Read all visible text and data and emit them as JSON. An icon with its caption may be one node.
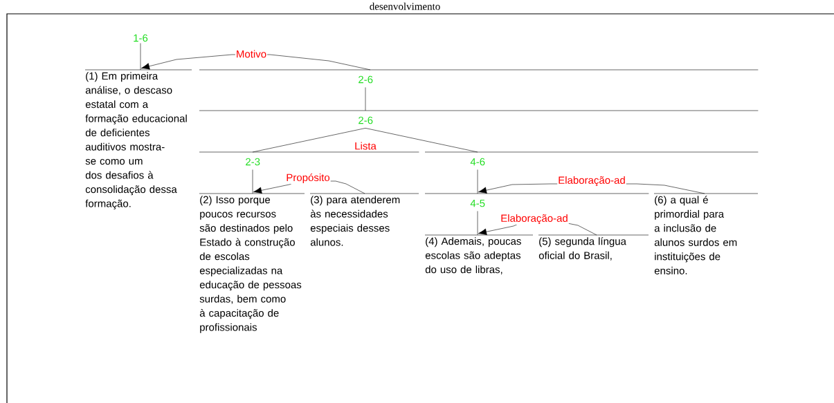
{
  "diagram": {
    "title": "desenvolvimento",
    "nodes": [
      {
        "text": [
          "1-6"
        ]
      },
      {
        "text": [
          "(1) Em primeira análise, o descaso estatal com a formação educacional de deficientes auditivos mostra-se como um dos desafios à consolidação dessa formação."
        ]
      },
      {
        "text": [
          "2-6"
        ]
      },
      {
        "text": [
          "2-6"
        ]
      },
      {
        "text": [
          "2-3"
        ]
      },
      {
        "text": [
          "4-6"
        ]
      },
      {
        "text": [
          "(2) Isso porque poucos recursos são destinados pelo Estado à construção de escolas especializadas na educação de pessoas surdas, bem como à capacitação de profissionais"
        ]
      },
      {
        "text": [
          "(3) para atenderem às necessidades especiais desses alunos."
        ]
      },
      {
        "text": [
          "4-5"
        ]
      },
      {
        "text": [
          "(6) a qual é primordial para a inclusão de alunos surdos em instituições de ensino."
        ]
      },
      {
        "text": [
          "(4) Ademais, poucas escolas são adeptas do uso de libras,"
        ]
      },
      {
        "text": [
          "(5) segunda língua oficial do Brasil,"
        ]
      }
    ],
    "edges": [
      {
        "from": 0,
        "to": 1,
        "arrow": "none"
      },
      {
        "from": 2,
        "to": 1,
        "arrow": "to",
        "label": "Motivo"
      },
      {
        "from": 2,
        "to": 3,
        "arrow": "none"
      },
      {
        "from": 3,
        "to": 4,
        "arrow": "none"
      },
      {
        "from": 3,
        "to": 5,
        "arrow": "none"
      },
      {
        "from": 4,
        "to": 6,
        "arrow": "none"
      },
      {
        "from": 7,
        "to": 6,
        "arrow": "to",
        "label": "Propósito"
      },
      {
        "from": 5,
        "to": 8,
        "arrow": "none"
      },
      {
        "from": 9,
        "to": 8,
        "arrow": "to",
        "label": "Elaboração-ad"
      },
      {
        "from": 8,
        "to": 10,
        "arrow": "none"
      },
      {
        "from": 11,
        "to": 10,
        "arrow": "to",
        "label": "Elaboração-ad"
      }
    ],
    "labels": [
      "Lista"
    ]
  }
}
